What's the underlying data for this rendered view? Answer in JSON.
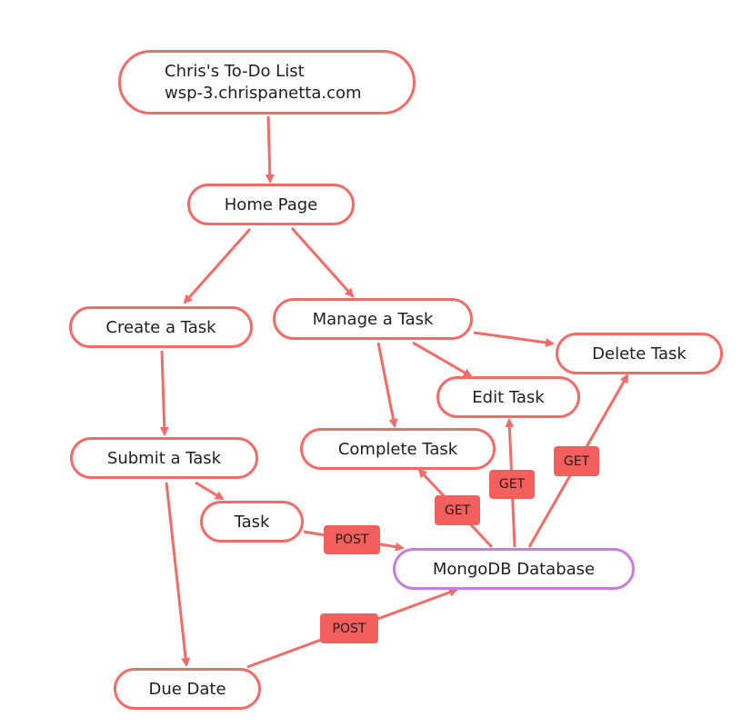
{
  "colors": {
    "node_border": "#f26b66",
    "db_border": "#c77dde",
    "arrow": "#f26b66",
    "badge_fill": "#f25f5c"
  },
  "nodes": {
    "title": {
      "line1": "Chris's To-Do List",
      "line2": "wsp-3.chrispanetta.com"
    },
    "home": "Home Page",
    "create": "Create a Task",
    "manage": "Manage a Task",
    "delete": "Delete Task",
    "edit": "Edit Task",
    "complete": "Complete Task",
    "submit": "Submit a Task",
    "task": "Task",
    "database": "MongoDB Database",
    "due_date": "Due Date"
  },
  "labels": {
    "post_task": "POST",
    "post_due": "POST",
    "get_complete": "GET",
    "get_edit": "GET",
    "get_delete": "GET"
  },
  "edges": [
    {
      "from": "title",
      "to": "home"
    },
    {
      "from": "home",
      "to": "create"
    },
    {
      "from": "home",
      "to": "manage"
    },
    {
      "from": "create",
      "to": "submit"
    },
    {
      "from": "submit",
      "to": "task"
    },
    {
      "from": "submit",
      "to": "due_date"
    },
    {
      "from": "task",
      "to": "database",
      "label": "POST"
    },
    {
      "from": "due_date",
      "to": "database",
      "label": "POST"
    },
    {
      "from": "manage",
      "to": "delete"
    },
    {
      "from": "manage",
      "to": "edit"
    },
    {
      "from": "manage",
      "to": "complete"
    },
    {
      "from": "database",
      "to": "complete",
      "label": "GET"
    },
    {
      "from": "database",
      "to": "edit",
      "label": "GET"
    },
    {
      "from": "database",
      "to": "delete",
      "label": "GET"
    }
  ]
}
